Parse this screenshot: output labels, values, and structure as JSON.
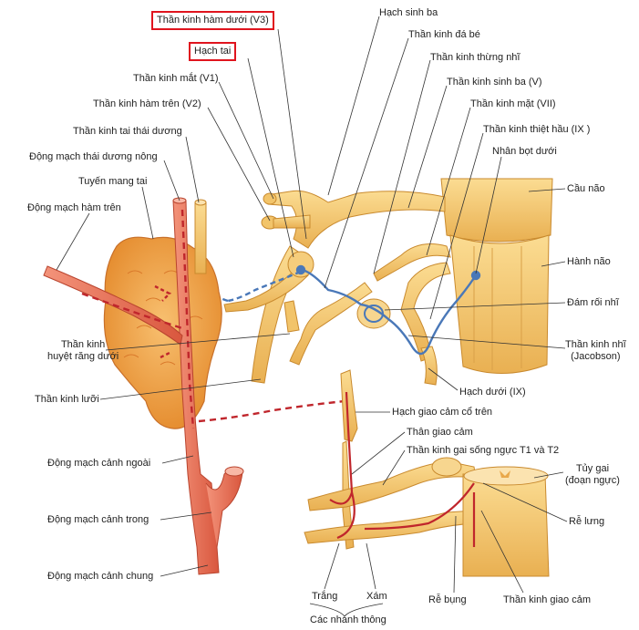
{
  "labels": {
    "v3": "Thần kinh hàm dưới (V3)",
    "otic": "Hạch tai",
    "v1": "Thần kinh mắt (V1)",
    "v2": "Thần kinh hàm trên (V2)",
    "auriculotemporal": "Thần kinh tai thái dương",
    "sup_temporal_artery": "Động mạch thái dương nông",
    "parotid": "Tuyến mang tai",
    "maxillary_artery": "Động mạch hàm trên",
    "inf_alveolar": "Thần kinh\nhuyệt răng dưới",
    "lingual": "Thần kinh lưỡi",
    "ext_carotid": "Động mạch cảnh ngoài",
    "int_carotid": "Động mạch cảnh trong",
    "common_carotid": "Động mạch cảnh chung",
    "trigeminal_ganglion": "Hạch sinh ba",
    "lesser_petrosal": "Thần kinh đá bé",
    "vestibulocochlear": "Thần kinh thừng nhĩ",
    "trigeminal": "Thần kinh sinh ba (V)",
    "facial": "Thần kinh mặt (VII)",
    "glossopharyngeal": "Thần kinh thiệt hầu (IX )",
    "inf_salivatory": "Nhân bọt dưới",
    "pons": "Cầu não",
    "medulla": "Hành não",
    "tympanic_plexus": "Đám rối nhĩ",
    "tympanic_nerve": "Thần kinh nhĩ\n(Jacobson)",
    "inferior_ganglion": "Hạch dưới (IX)",
    "sup_cervical_ganglion": "Hạch giao cảm cổ trên",
    "sympathetic_trunk": "Thân giao cảm",
    "thoracic_nerves": "Thần kinh gai sống ngực T1 và T2",
    "spinal_cord": "Tủy gai\n(đoạn ngực)",
    "dorsal_root": "Rễ lưng",
    "ventral_root": "Rễ bụng",
    "sympathetic_nerve": "Thần kinh giao cảm",
    "white": "Trắng",
    "gray": "Xám",
    "communicating_branches": "Các nhánh thông"
  },
  "colors": {
    "nerve": "#f2c46a",
    "nerve_edge": "#c98a2e",
    "artery": "#ec7a60",
    "gland": "#f0a54a",
    "parasympathetic": "#4a78b8",
    "sympathetic": "#c0262c",
    "highlight": "#e0141e"
  }
}
